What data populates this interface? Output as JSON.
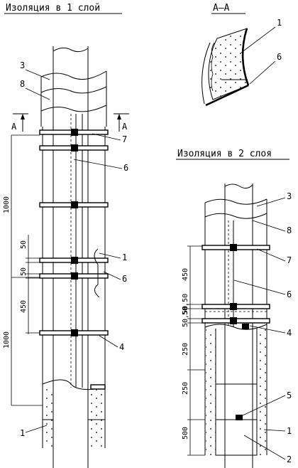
{
  "titles": {
    "one_layer": "Изоляция в 1 слой",
    "section": "А–А",
    "two_layers": "Изоляция в 2 слоя"
  },
  "section_marks": {
    "left": "А",
    "right": "А"
  },
  "left_view": {
    "dims": {
      "d1000_top": "1000",
      "d50_a": "50",
      "d50_b": "50",
      "d450": "450",
      "d1000_bottom": "1000"
    },
    "callouts": {
      "c3": "3",
      "c8": "8",
      "c7": "7",
      "c6a": "6",
      "c1a": "1",
      "c6b": "6",
      "c4": "4",
      "c1b": "1"
    }
  },
  "section_view": {
    "callouts": {
      "c1": "1",
      "c6": "6"
    }
  },
  "right_view": {
    "dims": {
      "d450": "450",
      "d50_50_a": "50,50",
      "d50_50_b": "50,50",
      "d250_a": "250",
      "d250_b": "250",
      "d500": "500"
    },
    "callouts": {
      "c3": "3",
      "c8": "8",
      "c7": "7",
      "c6": "6",
      "c4": "4",
      "c5": "5",
      "c1": "1",
      "c2": "2"
    }
  }
}
